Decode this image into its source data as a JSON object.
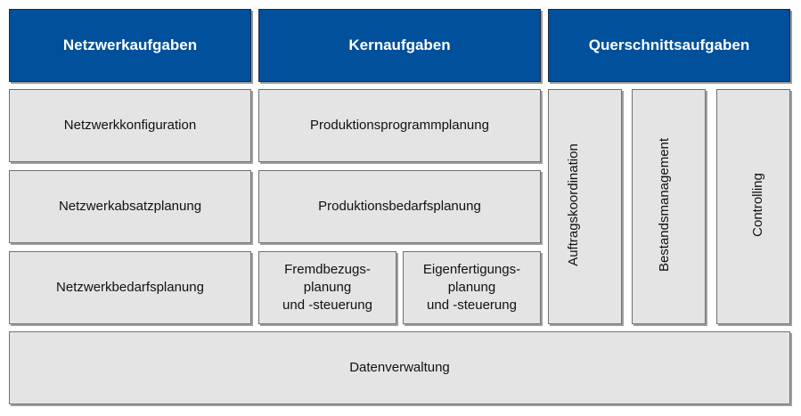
{
  "headers": {
    "netzwerk": "Netzwerkaufgaben",
    "kern": "Kernaufgaben",
    "querschnitt": "Querschnittsaufgaben"
  },
  "netzwerk_tasks": [
    "Netzwerkkonfiguration",
    "Netzwerkabsatzplanung",
    "Netzwerkbedarfsplanung"
  ],
  "kern_tasks": {
    "programm": "Produktionsprogrammplanung",
    "bedarf": "Produktionsbedarfsplanung",
    "fremdbezug": "Fremdbezugs-\nplanung\nund -steuerung",
    "eigenfertigung": "Eigenfertigungs-\nplanung\nund -steuerung"
  },
  "querschnitt_tasks": [
    "Auftragskoordination",
    "Bestandsmanagement",
    "Controlling"
  ],
  "foundation": "Datenverwaltung",
  "colors": {
    "header_fill": "#00509b",
    "header_text": "#ffffff",
    "cell_fill": "#e4e4e4",
    "cell_border": "#707070"
  }
}
